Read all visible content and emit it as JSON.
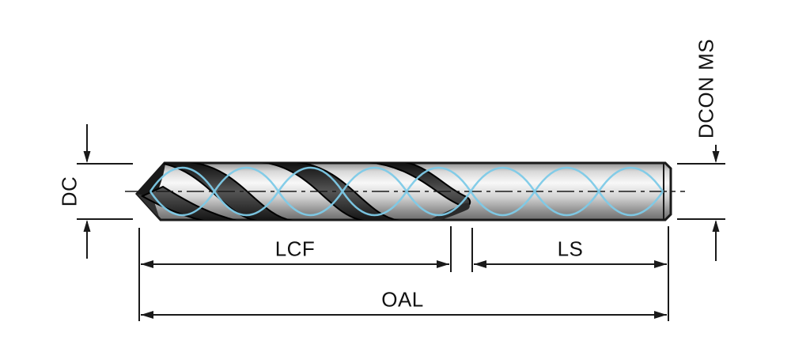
{
  "figure": {
    "labels": {
      "dc": "DC",
      "dcon_ms": "DCON MS",
      "lcf": "LCF",
      "ls": "LS",
      "oal": "OAL"
    },
    "colors": {
      "outline": "#1a1a1a",
      "coolant_blue": "#7ecbe8",
      "background": "#ffffff"
    }
  }
}
